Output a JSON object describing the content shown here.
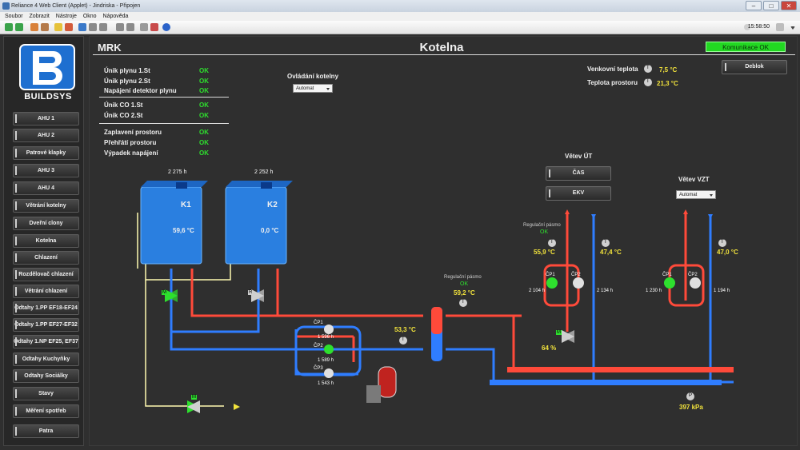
{
  "window": {
    "title": "Reliance 4 Web Client (Applet) - Jindriska - Připojen",
    "min": "–",
    "max": "□",
    "close": "✕"
  },
  "menu": [
    "Soubor",
    "Zobrazit",
    "Nástroje",
    "Okno",
    "Nápověda"
  ],
  "toolbar": {
    "time": "15:58:50"
  },
  "logo": {
    "text": "BUILDSYS"
  },
  "nav": [
    "AHU 1",
    "AHU 2",
    "Patrové klapky",
    "AHU 3",
    "AHU 4",
    "Větrání kotelny",
    "Dveřní clony",
    "Kotelna",
    "Chlazení",
    "Rozdělovač chlazení",
    "Větrání chlazení",
    "Odtahy 1.PP EF18-EF24",
    "Odtahy 1.PP EF27-EF32",
    "Odtahy 1.NP EF25, EF37",
    "Odtahy Kuchyňky",
    "Odtahy Sociálky",
    "Stavy",
    "Měření spotřeb",
    "Patra"
  ],
  "header": {
    "site": "MRK",
    "title": "Kotelna",
    "status": "Komunikace OK"
  },
  "alarms": [
    {
      "label": "Únik plynu 1.St",
      "value": "OK"
    },
    {
      "label": "Únik plynu 2.St",
      "value": "OK"
    },
    {
      "label": "Napájení detektor plynu",
      "value": "OK"
    },
    {
      "label": "Únik CO 1.St",
      "value": "OK"
    },
    {
      "label": "Únik CO 2.St",
      "value": "OK"
    },
    {
      "label": "Zaplavení prostoru",
      "value": "OK"
    },
    {
      "label": "Přehřátí prostoru",
      "value": "OK"
    },
    {
      "label": "Výpadek napájení",
      "value": "OK"
    }
  ],
  "boiler_control": {
    "label": "Ovládání kotelny",
    "mode": "Automat"
  },
  "outdoor": {
    "label": "Venkovní teplota",
    "value": "7,5 °C"
  },
  "room": {
    "label": "Teplota prostoru",
    "value": "21,3 °C"
  },
  "deblok": "Deblok",
  "boilers": [
    {
      "name": "K1",
      "hours": "2 275 h",
      "temp": "59,6 °C"
    },
    {
      "name": "K2",
      "hours": "2 252 h",
      "temp": "0,0 °C"
    }
  ],
  "valve_m": "M",
  "valve_r": "R",
  "tsensor": "T",
  "psensor": "P",
  "header_temp": "53,3 °C",
  "reg_band_main": {
    "label": "Regulační pásmo",
    "status": "OK",
    "temp": "59,2 °C"
  },
  "pumps_main": [
    {
      "name": "ČP1",
      "hours": "1 596 h"
    },
    {
      "name": "ČP2",
      "hours": "1 589 h"
    },
    {
      "name": "ČP3",
      "hours": "1 543 h"
    }
  ],
  "ut": {
    "title": "Větev ÚT",
    "btn_cas": "ČAS",
    "btn_ekv": "EKV",
    "reg_label": "Regulační pásmo",
    "reg_status": "OK",
    "supply": "55,9 °C",
    "return": "47,4 °C",
    "p1": "ČP1",
    "p2": "ČP2",
    "p1h": "2 104 h",
    "p2h": "2 134 h",
    "valve_pct": "64 %"
  },
  "vzt": {
    "title": "Větev VZT",
    "mode": "Automat",
    "return": "47,0 °C",
    "p1": "ČP1",
    "p2": "ČP2",
    "p1h": "1 230 h",
    "p2h": "1 194 h"
  },
  "pressure": "397 kPa",
  "colors": {
    "hot": "#ff4a3a",
    "cold": "#2f7dff",
    "yellow_pipe": "#fffab0",
    "ok": "#2ee02e",
    "value": "#f2e33c",
    "boiler": "#2a7fe0"
  }
}
